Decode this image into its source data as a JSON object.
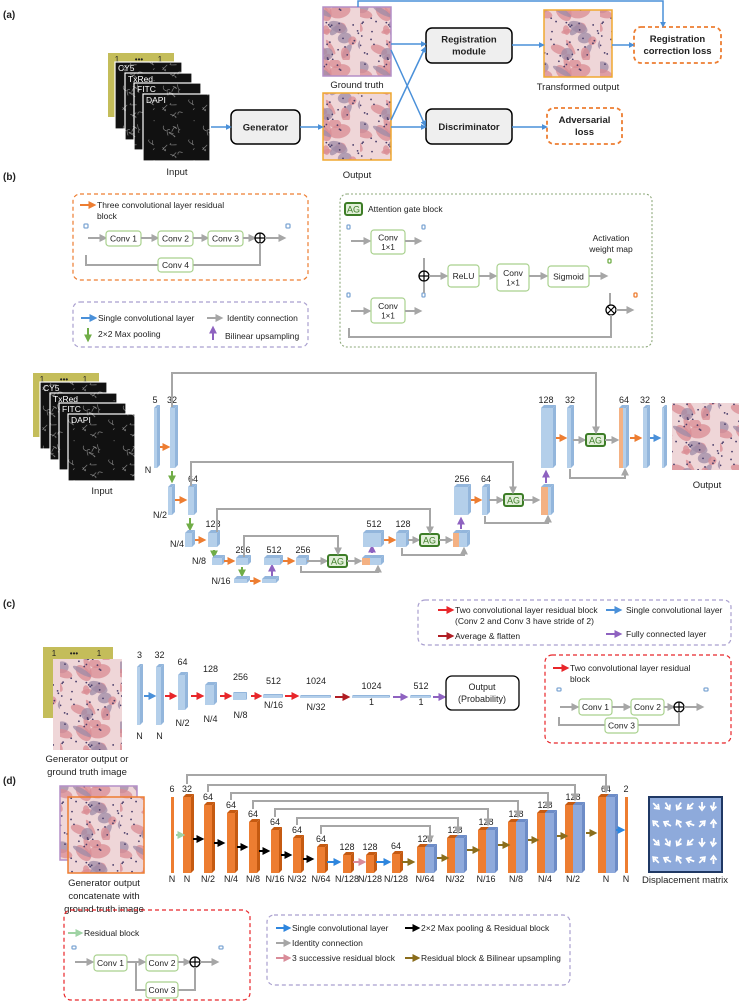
{
  "panel_labels": [
    "(a)",
    "(b)",
    "(c)",
    "(d)"
  ],
  "colors": {
    "orange": "#ed7d31",
    "blue_arrow": "#4a90d9",
    "bar_blue": "#b4cfea",
    "bar_blue_stroke": "#7fa7d4",
    "green": "#70ad47",
    "ag_green": "#3d7d27",
    "purple": "#8e62c0",
    "red": "#e8262a",
    "dark_red": "#b01d23",
    "grey": "#a6a6a6",
    "lilac": "#a99fcf",
    "conv_border": "#a9d18e",
    "pink": "#d98c99",
    "brown": "#8a6d1c",
    "stack_yellow": "#c4bd5a",
    "disp_blue": "#8eaadb",
    "disp_border": "#1f3864"
  },
  "a": {
    "stack_top": [
      "1",
      "•••",
      "1"
    ],
    "input_channels": [
      "CY5",
      "TxRed",
      "FITC",
      "DAPI"
    ],
    "input_label": "Input",
    "generator": "Generator",
    "output_label": "Output",
    "ground_truth_label": "Ground truth",
    "registration_module": [
      "Registration",
      "module"
    ],
    "discriminator": "Discriminator",
    "transformed_output_label": "Transformed output",
    "registration_loss": [
      "Registration",
      "correction loss"
    ],
    "adversarial_loss": [
      "Adversarial",
      "loss"
    ]
  },
  "b": {
    "res_block": {
      "title": [
        "Three convolutional layer residual",
        "block"
      ],
      "convs": [
        "Conv 1",
        "Conv 2",
        "Conv 3",
        "Conv 4"
      ]
    },
    "legend": {
      "single_conv": "Single convolutional layer",
      "identity": "Identity connection",
      "maxpool": "2×2 Max pooling",
      "upsampling": "Bilinear upsampling"
    },
    "attention": {
      "badge": "AG",
      "title": "Attention gate block",
      "conv": [
        "Conv",
        "1×1"
      ],
      "relu": "ReLU",
      "sigmoid": "Sigmoid",
      "activation": [
        "Activation",
        "weight map"
      ]
    },
    "unet": {
      "input_label": "Input",
      "output_label": "Output",
      "sizes": [
        "N",
        "N/2",
        "N/4",
        "N/8",
        "N/16"
      ],
      "channels": [
        "5",
        "32",
        "64",
        "128",
        "256",
        "512",
        "256",
        "512",
        "128",
        "256",
        "64",
        "128",
        "32",
        "64",
        "32",
        "3"
      ],
      "ag": "AG"
    }
  },
  "c": {
    "legend": {
      "res_block": [
        "Two convolutional layer residual block",
        "(Conv 2 and Conv 3 have stride of 2)"
      ],
      "avg_flatten": "Average & flatten",
      "single_conv": "Single convolutional layer",
      "fc": "Fully connected layer"
    },
    "res_block": {
      "title": [
        "Two convolutional layer residual",
        "block"
      ],
      "convs": [
        "Conv 1",
        "Conv 2",
        "Conv 3"
      ]
    },
    "image_label": [
      "Generator output or",
      "ground truth image"
    ],
    "channels": [
      "3",
      "32",
      "64",
      "128",
      "256",
      "512",
      "1024",
      "1024",
      "512"
    ],
    "sizes": [
      "N",
      "N",
      "N/2",
      "N/4",
      "N/8",
      "N/16",
      "N/32",
      "1",
      "1"
    ],
    "output": [
      "Output",
      "(Probability)"
    ]
  },
  "d": {
    "image_label": [
      "Generator output",
      "concatenate with",
      "ground truth image"
    ],
    "channels": [
      "6",
      "32",
      "64",
      "64",
      "64",
      "64",
      "64",
      "64",
      "128",
      "128",
      "64",
      "128",
      "128",
      "128",
      "128",
      "128",
      "128",
      "64",
      "2"
    ],
    "sizes": [
      "N",
      "N",
      "N/2",
      "N/4",
      "N/8",
      "N/16",
      "N/32",
      "N/64",
      "N/128",
      "N/128",
      "N/128",
      "N/64",
      "N/32",
      "N/16",
      "N/8",
      "N/4",
      "N/2",
      "N",
      "N"
    ],
    "displacement_label": "Displacement matrix",
    "res_block": {
      "title": "Residual block",
      "convs": [
        "Conv 1",
        "Conv 2",
        "Conv 3"
      ]
    },
    "legend": {
      "single_conv": "Single convolutional layer",
      "maxpool_res": "2×2 Max pooling & Residual block",
      "identity": "Identity connection",
      "three_res": "3 successive residual block",
      "res_upsample": "Residual block & Bilinear upsampling"
    }
  }
}
